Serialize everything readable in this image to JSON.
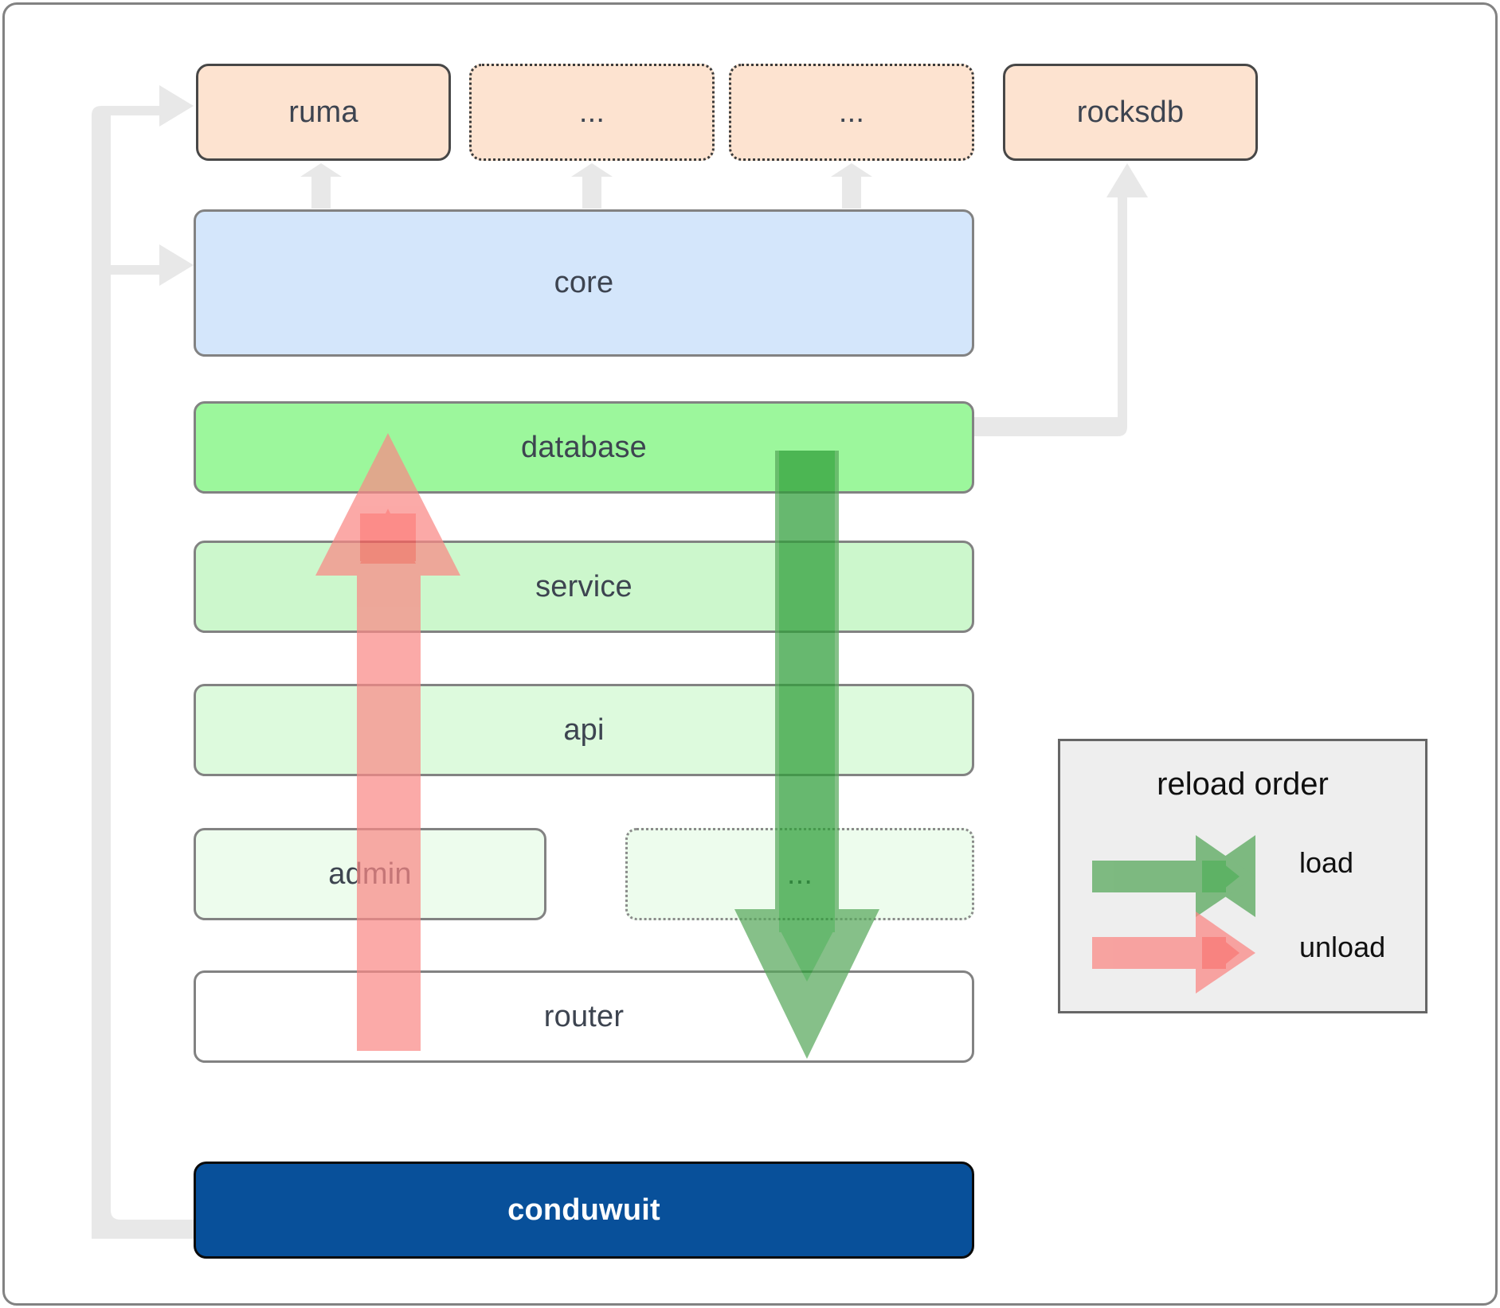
{
  "diagram": {
    "title": "conduwuit crate architecture / reload order",
    "root": {
      "label": "conduwuit"
    },
    "dependencies": [
      {
        "id": "ruma",
        "label": "ruma",
        "style": "solid"
      },
      {
        "id": "dots-a",
        "label": "...",
        "style": "dotted"
      },
      {
        "id": "dots-b",
        "label": "...",
        "style": "dotted"
      },
      {
        "id": "rocksdb",
        "label": "rocksdb",
        "style": "solid"
      }
    ],
    "layers": [
      {
        "id": "core",
        "label": "core",
        "style": "solid",
        "color": "#d4e6fb"
      },
      {
        "id": "database",
        "label": "database",
        "style": "solid",
        "color": "#9cf79c"
      },
      {
        "id": "service",
        "label": "service",
        "style": "solid",
        "color": "#ccf7cc"
      },
      {
        "id": "api",
        "label": "api",
        "style": "solid",
        "color": "#ddfadd"
      },
      {
        "id": "admin",
        "label": "admin",
        "style": "solid",
        "color": "#edfced"
      },
      {
        "id": "dots-c",
        "label": "...",
        "style": "dotted",
        "color": "#edfced"
      },
      {
        "id": "router",
        "label": "router",
        "style": "solid",
        "color": "#ffffff"
      }
    ],
    "legend": {
      "title": "reload order",
      "entries": [
        {
          "id": "load",
          "label": "load",
          "color": "#58a85c"
        },
        {
          "id": "unload",
          "label": "unload",
          "color": "#fa8986"
        }
      ]
    },
    "colors": {
      "dependency_fill": "#fde3d0",
      "root_fill": "#08509a",
      "wire": "#e8e8e8",
      "load_arrow": "#58a85c",
      "load_arrow_core": "#2e9e38",
      "unload_arrow": "#fa8986",
      "unload_arrow_core": "#fc605c",
      "frame_border": "#828282",
      "legend_fill": "#eeeeee"
    }
  }
}
